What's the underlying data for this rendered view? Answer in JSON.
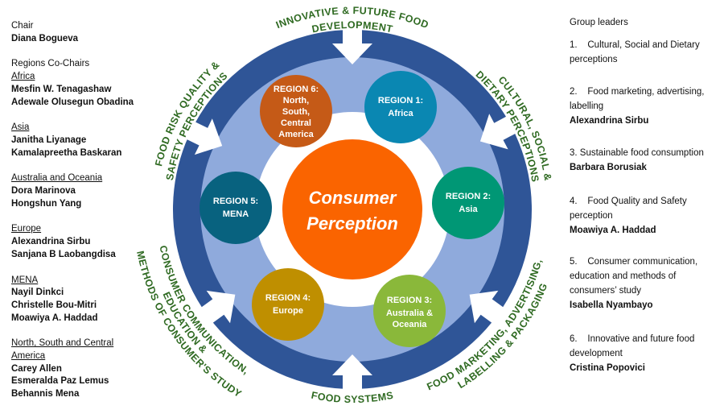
{
  "left_panel": {
    "chair_label": "Chair",
    "chair_name": "Diana Bogueva",
    "cochairs_label": "Regions Co-Chairs",
    "regions": [
      {
        "region": "Africa",
        "names": [
          "Mesfin W. Tenagashaw",
          "Adewale Olusegun Obadina"
        ]
      },
      {
        "region": "Asia",
        "names": [
          "Janitha Liyanage",
          "Kamalapreetha Baskaran"
        ]
      },
      {
        "region": "Australia and Oceania",
        "names": [
          "Dora Marinova",
          "Hongshun Yang"
        ]
      },
      {
        "region": "Europe",
        "names": [
          "Alexandrina Sirbu",
          "Sanjana B Laobangdisa"
        ]
      },
      {
        "region": "MENA",
        "names": [
          "Nayil Dinkci",
          "Christelle Bou-Mitri",
          "Moawiya A. Haddad"
        ]
      },
      {
        "region": "North, South and Central America",
        "names": [
          "Carey Allen",
          "Esmeralda Paz Lemus",
          "Behannis Mena"
        ]
      }
    ]
  },
  "right_panel": {
    "title": "Group leaders",
    "groups": [
      {
        "label": "1.    Cultural, Social and Dietary perceptions",
        "leader": ""
      },
      {
        "label": "2.    Food marketing, advertising, labelling",
        "leader": "Alexandrina Sirbu"
      },
      {
        "label": "3. Sustainable food consumption",
        "leader": "Barbara Borusiak"
      },
      {
        "label": "4.    Food Quality and Safety perception",
        "leader": "Moawiya A. Haddad"
      },
      {
        "label": "5.    Consumer communication, education and methods of consumers’ study",
        "leader": "Isabella Nyambayo"
      },
      {
        "label": "6.    Innovative and future food development",
        "leader": "Cristina Popovici"
      }
    ]
  },
  "diagram": {
    "center": {
      "line1": "Consumer",
      "line2": "Perception"
    },
    "regions": [
      {
        "title": "REGION 1:",
        "lines": [
          "Africa"
        ],
        "color": "#0a87b2"
      },
      {
        "title": "REGION 2:",
        "lines": [
          "Asia"
        ],
        "color": "#009775"
      },
      {
        "title": "REGION 3:",
        "lines": [
          "Australia &",
          "Oceania"
        ],
        "color": "#8ab83a"
      },
      {
        "title": "REGION 4:",
        "lines": [
          "Europe"
        ],
        "color": "#bf8f00"
      },
      {
        "title": "REGION 5:",
        "lines": [
          "MENA"
        ],
        "color": "#08627f"
      },
      {
        "title": "REGION 6:",
        "lines": [
          "North,",
          "South,",
          "Central",
          "America"
        ],
        "color": "#c55a17"
      }
    ],
    "themes": {
      "top1": "INNOVATIVE & FUTURE FOOD",
      "top2": "DEVELOPMENT",
      "right1": "CULTURAL, SOCIAL &",
      "right2": "DIETARY PERCEPTIONS",
      "lr1": "FOOD MARKETING, ADVERTISING,",
      "lr2": "LABELLING & PACKAGING",
      "bottom": "FOOD SYSTEMS",
      "ll1": "CONSUMER COMMUNICATION,",
      "ll2": "EDUCATION &",
      "ll3": "METHODS OF CONSUMER'S STUDY",
      "ul1": "FOOD RISK QUALITY &",
      "ul2": "SAFETY PERCEPTIONS"
    },
    "colors": {
      "outer_ring": "#2f5597",
      "inner_ring": "#8faadc",
      "center": "#fa6400",
      "theme_text": "#2f6a22"
    }
  }
}
